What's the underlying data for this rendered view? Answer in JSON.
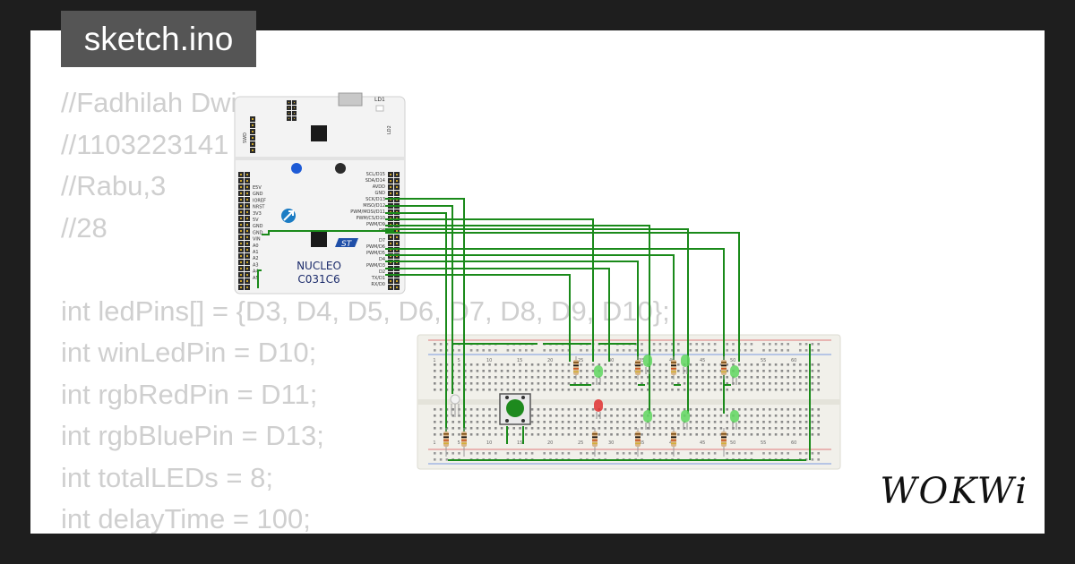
{
  "file_title": "sketch.ino",
  "code_lines": [
    "//Fadhilah Dwi",
    "//1103223141",
    "//Rabu,3",
    "//28",
    "",
    "int ledPins[] = {D3, D4, D5, D6, D7, D8, D9, D10};",
    "int winLedPin = D10;",
    "int rgbRedPin = D11;",
    "int rgbBluePin = D13;",
    "int totalLEDs = 8;",
    "int delayTime = 100;"
  ],
  "board": {
    "name_line1": "NUCLEO",
    "name_line2": "C031C6",
    "st_logo": "ST",
    "ld1": "LD1",
    "ld2": "LD2",
    "swd": "SWD",
    "left_header_labels": [
      "E5V",
      "GND",
      "IOREF",
      "NRST",
      "3V3",
      "5V",
      "GND",
      "GND",
      "VIN",
      "A0",
      "A1",
      "A2",
      "A3",
      "A4",
      "A5"
    ],
    "right_header_labels": [
      "SCL/D15",
      "SDA/D14",
      "AVDD",
      "GND",
      "SCK/D13",
      "MISO/D12",
      "PWM/MOSI/D11",
      "PWM/CS/D10",
      "PWM/D9",
      "D8",
      "D7",
      "PWM/D6",
      "PWM/D5",
      "D4",
      "PWM/D3",
      "D2",
      "TX/D1",
      "RX/D0"
    ]
  },
  "breadboard": {
    "column_numbers": [
      "1",
      "5",
      "10",
      "15",
      "20",
      "25",
      "30",
      "35",
      "40",
      "45",
      "50",
      "55",
      "60"
    ]
  },
  "brand": "WOKWi",
  "colors": {
    "wire": "#1a8a1a",
    "board": "#f2f2f2",
    "breadboard": "#f1f0ea",
    "led_green": "#5fd65f",
    "led_red": "#e03030",
    "button": "#1e8a1e"
  },
  "icons": [
    "rocket-icon",
    "st-logo-icon",
    "usb-port-icon",
    "push-button-icon",
    "led-icon",
    "resistor-icon"
  ]
}
